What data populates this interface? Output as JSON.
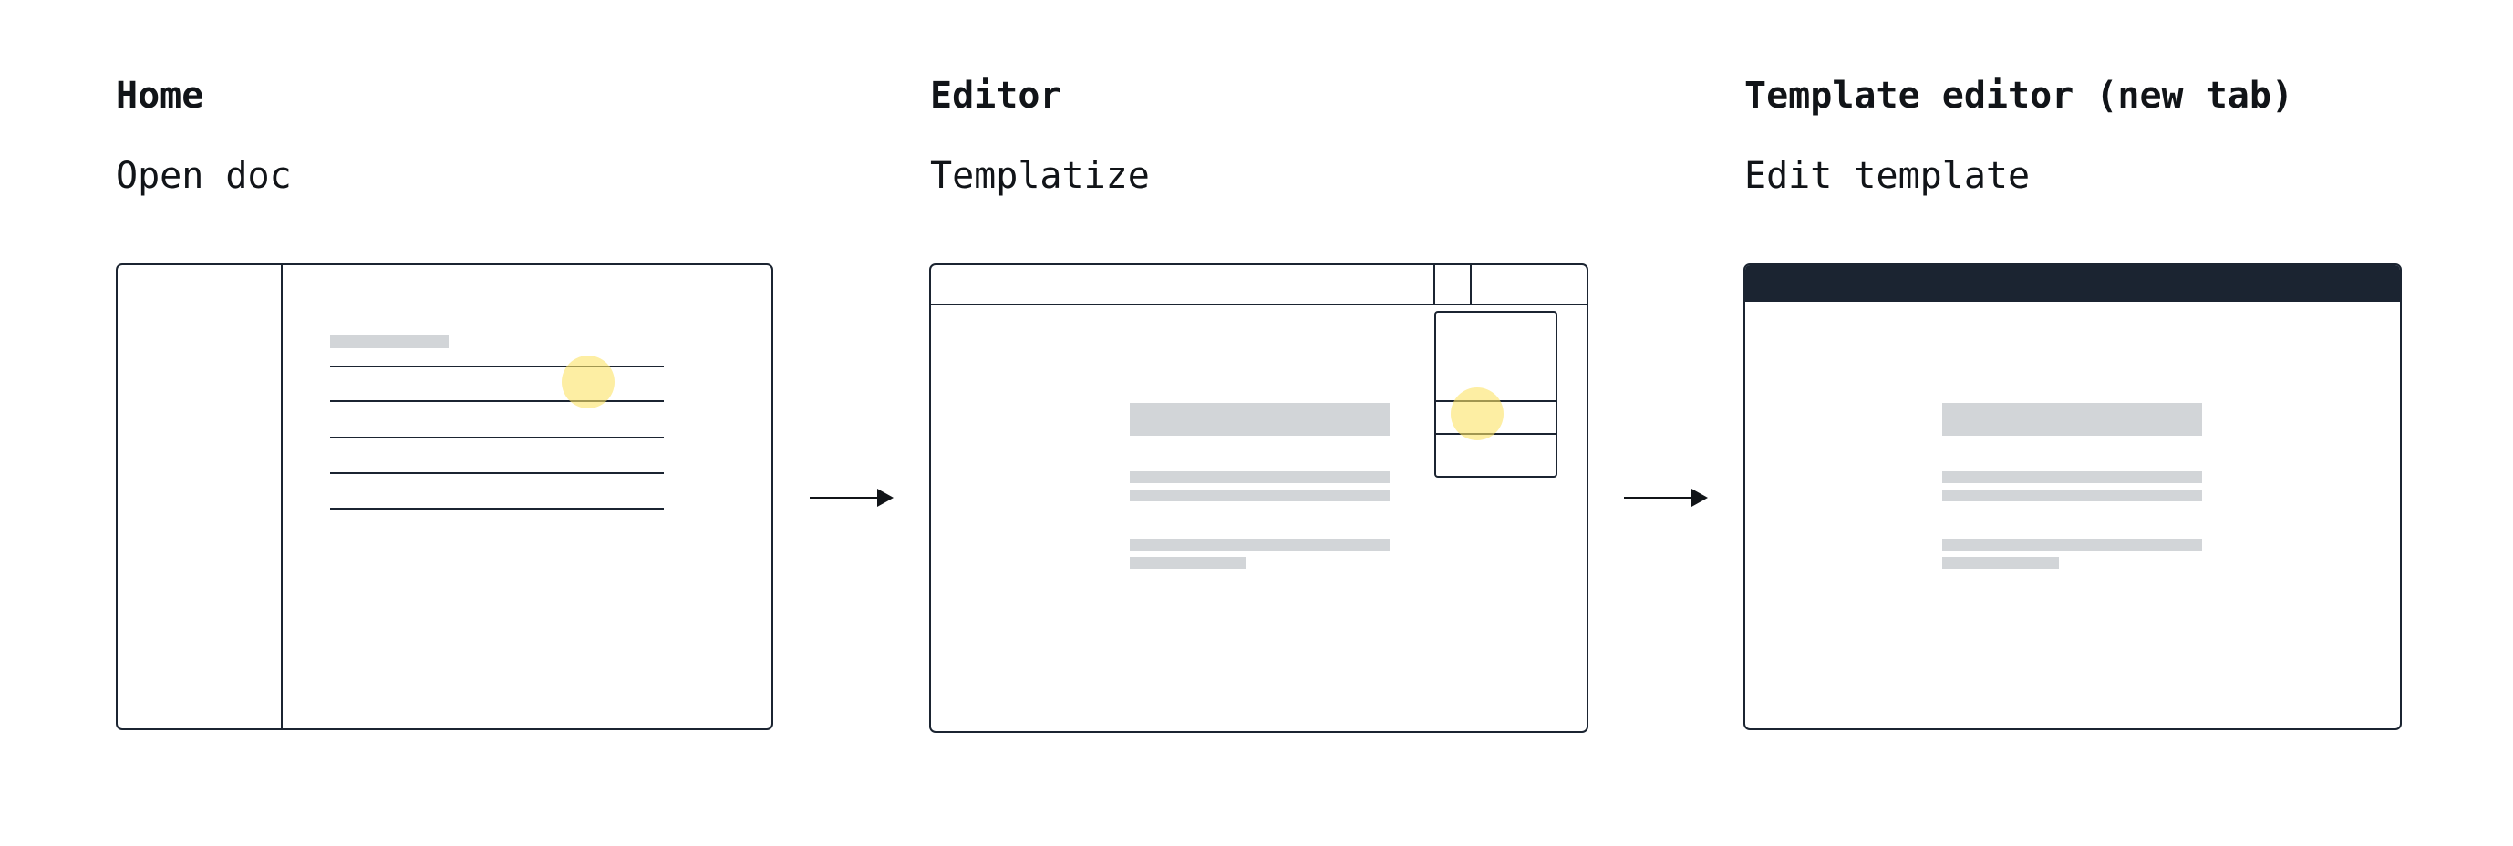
{
  "steps": [
    {
      "title": "Home",
      "action": "Open doc"
    },
    {
      "title": "Editor",
      "action": "Templatize"
    },
    {
      "title": "Template editor (new tab)",
      "action": "Edit template"
    }
  ],
  "colors": {
    "stroke": "#1b2431",
    "placeholder": "#d2d5d8",
    "highlight": "#fbe266",
    "tab_bar": "#1b2431"
  },
  "icons": [
    "arrow-right-icon",
    "click-highlight-icon"
  ]
}
